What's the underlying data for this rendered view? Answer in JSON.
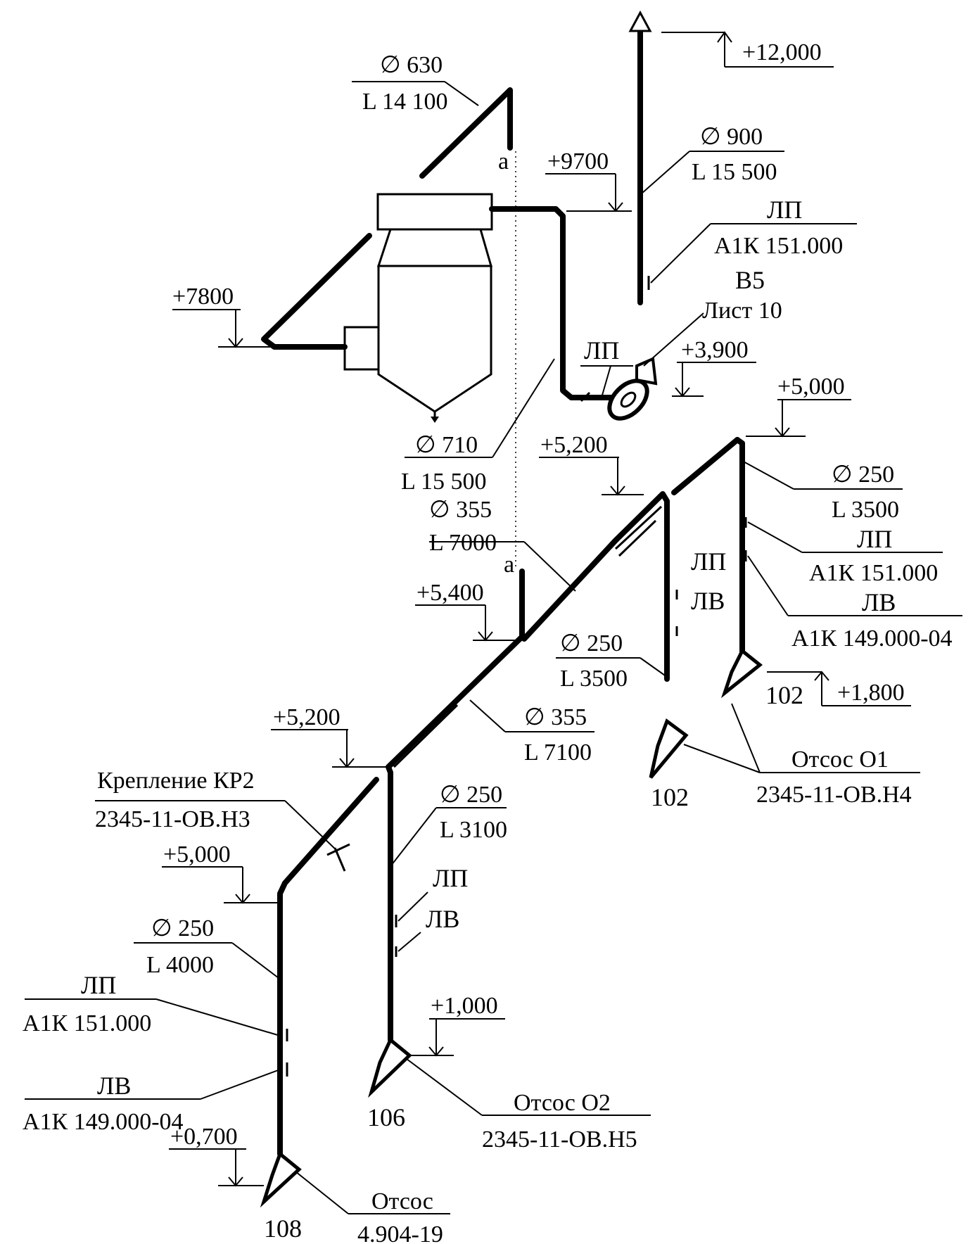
{
  "duct_top": {
    "diameter": "∅ 630",
    "length": "L 14 100"
  },
  "duct_main_up": {
    "diameter": "∅ 900",
    "length": "L 15 500"
  },
  "duct_fan_in": {
    "diameter": "∅ 710",
    "length": "L 15 500"
  },
  "duct_upper_diag": {
    "diameter": "∅ 355",
    "length": "L 7000"
  },
  "duct_right_branch": {
    "diameter": "∅ 250",
    "length": "L 3500"
  },
  "duct_mid_branch": {
    "diameter": "∅ 250",
    "length": "L 3500"
  },
  "duct_lower_diag": {
    "diameter": "∅ 355",
    "length": "L 7100"
  },
  "duct_branch_106": {
    "diameter": "∅ 250",
    "length": "L 3100"
  },
  "duct_branch_108": {
    "diameter": "∅ 250",
    "length": "L 4000"
  },
  "section_mark": "а",
  "elevations": {
    "top": "+12,000",
    "e9700": "+9700",
    "e7800": "+7800",
    "fan": "+3,900",
    "right_top": "+5,000",
    "mid_top": "+5,200",
    "junction": "+5,400",
    "lower_junction": "+5,200",
    "left_top": "+5,000",
    "o1": "+1,800",
    "o2": "+1,000",
    "o108": "+0,700"
  },
  "fan_label": {
    "code": "В5",
    "sheet": "Лист 10"
  },
  "lp": "ЛП",
  "lv": "ЛВ",
  "lp_doc": "А1К 151.000",
  "lv_doc": "А1К 149.000-04",
  "mount": {
    "name": "Крепление КР2",
    "doc": "2345-11-ОВ.Н3"
  },
  "suction_o1": {
    "name": "Отсос О1",
    "doc": "2345-11-ОВ.Н4"
  },
  "suction_o2": {
    "name": "Отсос О2",
    "doc": "2345-11-ОВ.Н5"
  },
  "suction_108": {
    "name": "Отсос",
    "doc": "4.904-19"
  },
  "room_numbers": {
    "r102a": "102",
    "r102b": "102",
    "r106": "106",
    "r108": "108"
  }
}
